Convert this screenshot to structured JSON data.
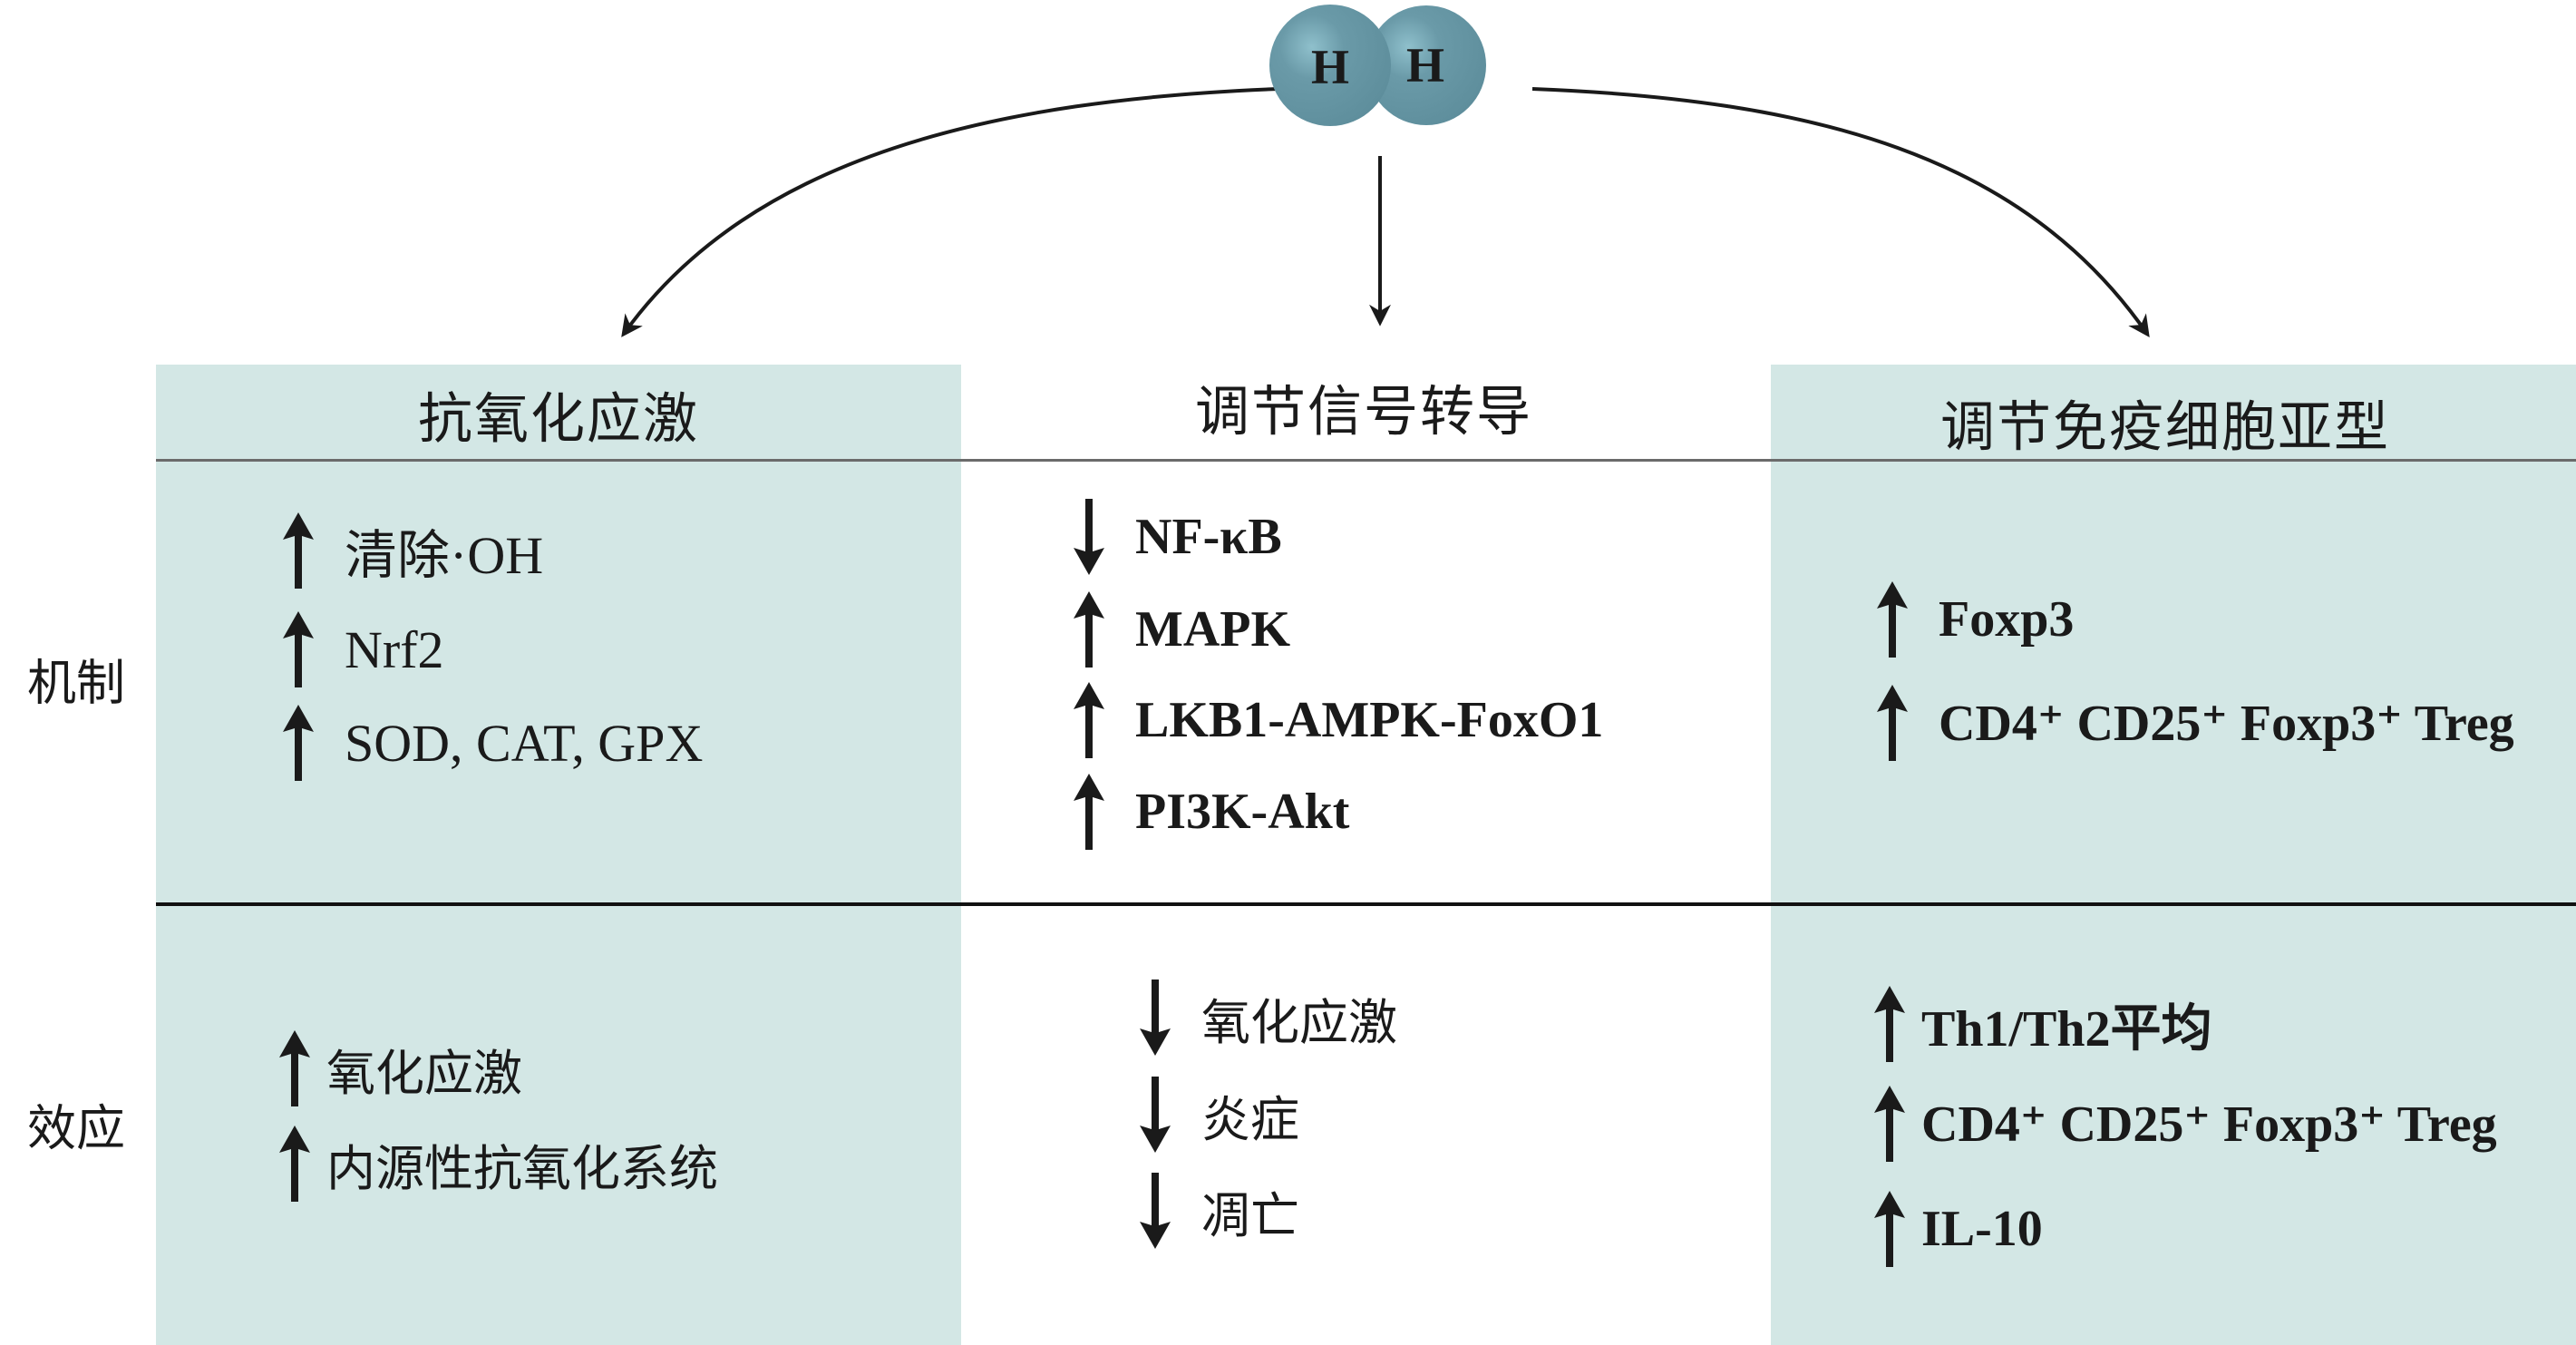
{
  "molecule": {
    "atoms": [
      "H",
      "H"
    ],
    "color": "#6a9aa8"
  },
  "columns": [
    {
      "title": "抗氧化应激"
    },
    {
      "title": "调节信号转导"
    },
    {
      "title": "调节免疫细胞亚型"
    }
  ],
  "row_labels": {
    "mechanism": "机制",
    "effect": "效应"
  },
  "mechanism": {
    "left": [
      {
        "dir": "up",
        "text": "清除·OH"
      },
      {
        "dir": "up",
        "text": "Nrf2"
      },
      {
        "dir": "up",
        "text": "SOD, CAT, GPX"
      }
    ],
    "middle": [
      {
        "dir": "down",
        "text": "NF-κB"
      },
      {
        "dir": "up",
        "text": "MAPK"
      },
      {
        "dir": "up",
        "text": "LKB1-AMPK-FoxO1"
      },
      {
        "dir": "up",
        "text": "PI3K-Akt"
      }
    ],
    "right": [
      {
        "dir": "up",
        "text": "Foxp3"
      },
      {
        "dir": "up",
        "text": "CD4⁺ CD25⁺ Foxp3⁺ Treg"
      }
    ]
  },
  "effect": {
    "left": [
      {
        "dir": "up",
        "text": "氧化应激"
      },
      {
        "dir": "up",
        "text": "内源性抗氧化系统"
      }
    ],
    "middle": [
      {
        "dir": "down",
        "text": "氧化应激"
      },
      {
        "dir": "down",
        "text": "炎症"
      },
      {
        "dir": "down",
        "text": "凋亡"
      }
    ],
    "right": [
      {
        "dir": "up",
        "text": "Th1/Th2平均"
      },
      {
        "dir": "up",
        "text": "CD4⁺ CD25⁺ Foxp3⁺ Treg"
      },
      {
        "dir": "up",
        "text": "IL-10"
      }
    ]
  },
  "colors": {
    "panel": "#d3e7e5",
    "header_line": "#6b6b6b",
    "divider": "#111111"
  }
}
